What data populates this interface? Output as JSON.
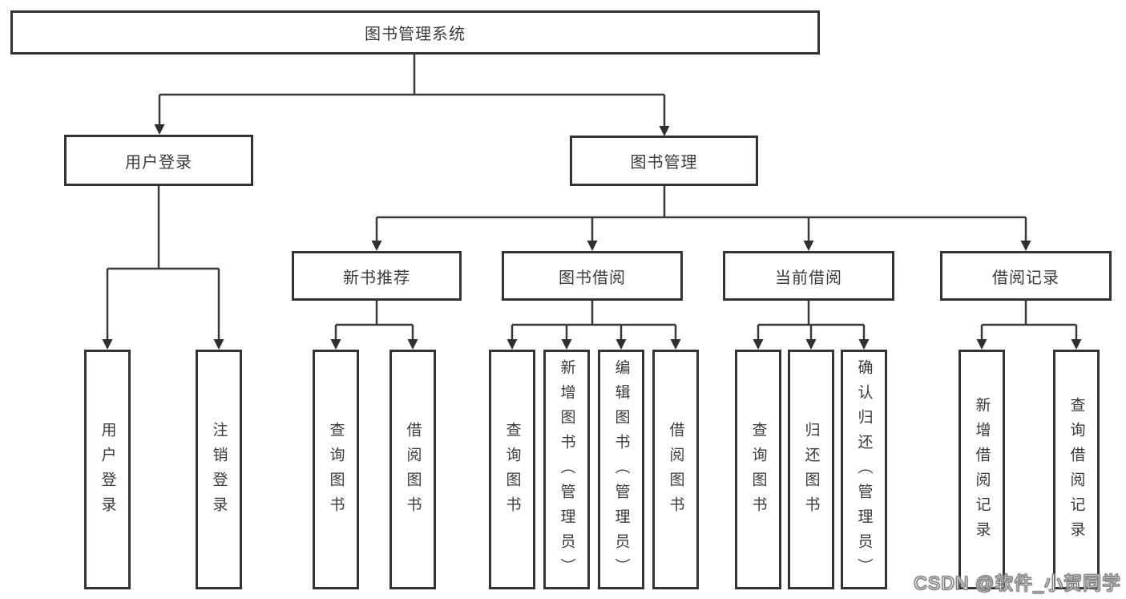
{
  "diagram": {
    "root": "图书管理系统",
    "level1": {
      "user_login": "用户登录",
      "book_mgmt": "图书管理"
    },
    "level2": {
      "new_book_rec": "新书推荐",
      "book_borrow": "图书借阅",
      "current_borrow": "当前借阅",
      "borrow_records": "借阅记录"
    },
    "leaves": {
      "user_login": [
        "用户登录",
        "注销登录"
      ],
      "new_book_rec": [
        "查询图书",
        "借阅图书"
      ],
      "book_borrow": [
        "查询图书",
        "新增图书（管理员）",
        "编辑图书（管理员）",
        "借阅图书"
      ],
      "current_borrow": [
        "查询图书",
        "归还图书",
        "确认归还（管理员）"
      ],
      "borrow_records": [
        "新增借阅记录",
        "查询借阅记录"
      ]
    }
  },
  "watermark": {
    "text": "CSDN @软件_小贺同学"
  },
  "colors": {
    "line": "#3a3a3a",
    "box_border": "#333333",
    "box_fill": "#ffffff",
    "text": "#3b3b3b",
    "watermark_fill": "#ffffff",
    "watermark_outline": "#7a7a7a"
  }
}
